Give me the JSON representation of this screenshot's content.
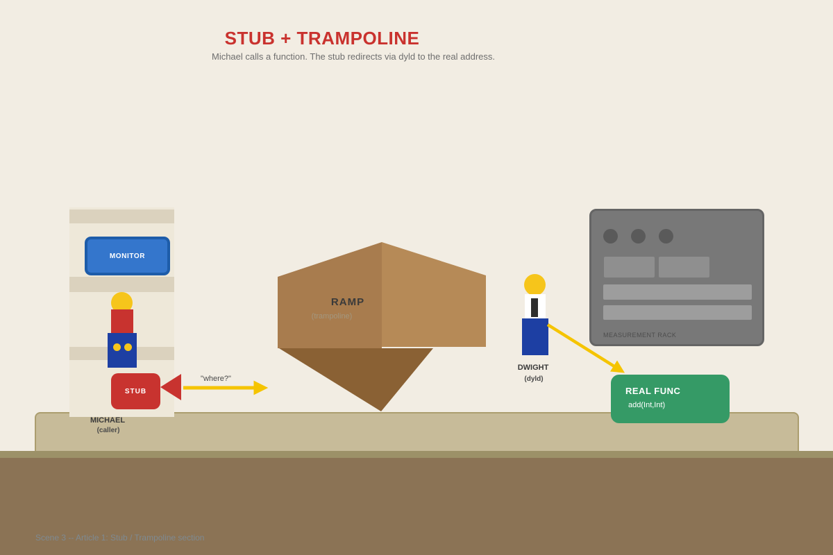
{
  "header": {
    "title": "STUB + TRAMPOLINE",
    "subtitle": "Michael calls a function. The stub redirects via dyld to the real address."
  },
  "michael": {
    "monitor_label": "MONITOR",
    "stub_label": "STUB",
    "name": "MICHAEL",
    "role": "(caller)"
  },
  "query_arrow": {
    "label": "\"where?\""
  },
  "ramp": {
    "label": "RAMP",
    "sublabel": "(trampoline)"
  },
  "dwight": {
    "name": "DWIGHT",
    "role": "(dyld)"
  },
  "rack": {
    "label": "MEASUREMENT RACK"
  },
  "real_func": {
    "name": "REAL FUNC",
    "signature": "add(Int,Int)"
  },
  "footer": {
    "caption": "Scene 3 -- Article 1: Stub / Trampoline section"
  },
  "colors": {
    "background": "#f2ede3",
    "title_red": "#c9322e",
    "accent_red": "#c8332f",
    "arrow_yellow": "#f5c400",
    "figure_yellow": "#f6c51b",
    "figure_blue": "#1d3fa3",
    "monitor_blue": "#3476cc",
    "monitor_border": "#1d5ca9",
    "ramp_left_face": "#a87c4e",
    "ramp_right_face": "#b68a57",
    "ramp_underside": "#8a6134",
    "real_func_green": "#359a66",
    "rack_gray": "#787878",
    "shelf_cream": "#eee8d9",
    "shelf_band": "#dbd2be",
    "platform_tan": "#c7bb99",
    "ground_brown": "#8b7355"
  }
}
